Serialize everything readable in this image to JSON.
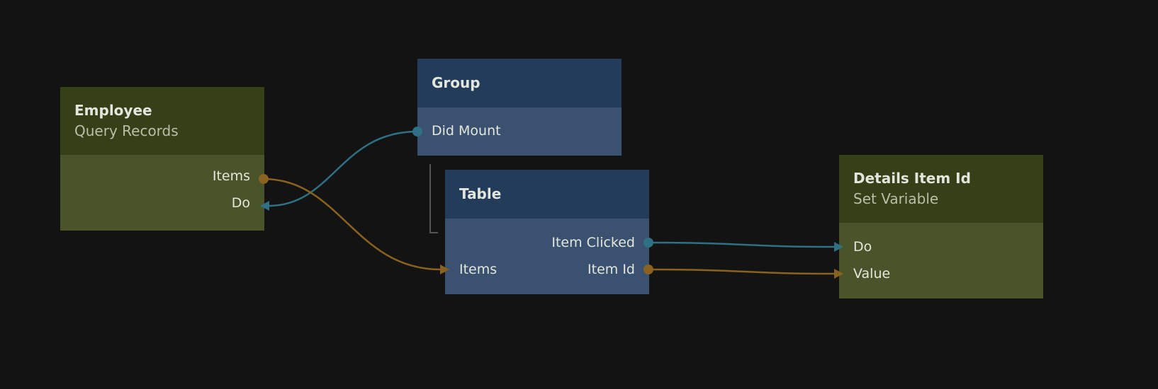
{
  "colors": {
    "background": "#131313",
    "data_green_header": "#353f18",
    "data_green_body": "#4a542a",
    "visual_blue_header": "#233c5a",
    "visual_blue_body": "#3a5170",
    "signal_wire": "#2e7185",
    "data_wire": "#8a6220"
  },
  "nodes": {
    "employee": {
      "title": "Employee",
      "subtitle": "Query Records",
      "outputs": [
        "Items",
        "Do"
      ]
    },
    "group": {
      "title": "Group",
      "outputs": [
        "Did Mount"
      ]
    },
    "table": {
      "title": "Table",
      "inputs": [
        "Items"
      ],
      "outputs": [
        "Item Clicked",
        "Item Id"
      ]
    },
    "details": {
      "title": "Details Item Id",
      "subtitle": "Set Variable",
      "inputs": [
        "Do",
        "Value"
      ]
    }
  },
  "connections": [
    {
      "from": "Group.Did Mount",
      "to": "Employee.Do",
      "type": "signal"
    },
    {
      "from": "Employee.Items",
      "to": "Table.Items",
      "type": "data"
    },
    {
      "from": "Table.Item Clicked",
      "to": "Details Item Id.Do",
      "type": "signal"
    },
    {
      "from": "Table.Item Id",
      "to": "Details Item Id.Value",
      "type": "data"
    }
  ]
}
